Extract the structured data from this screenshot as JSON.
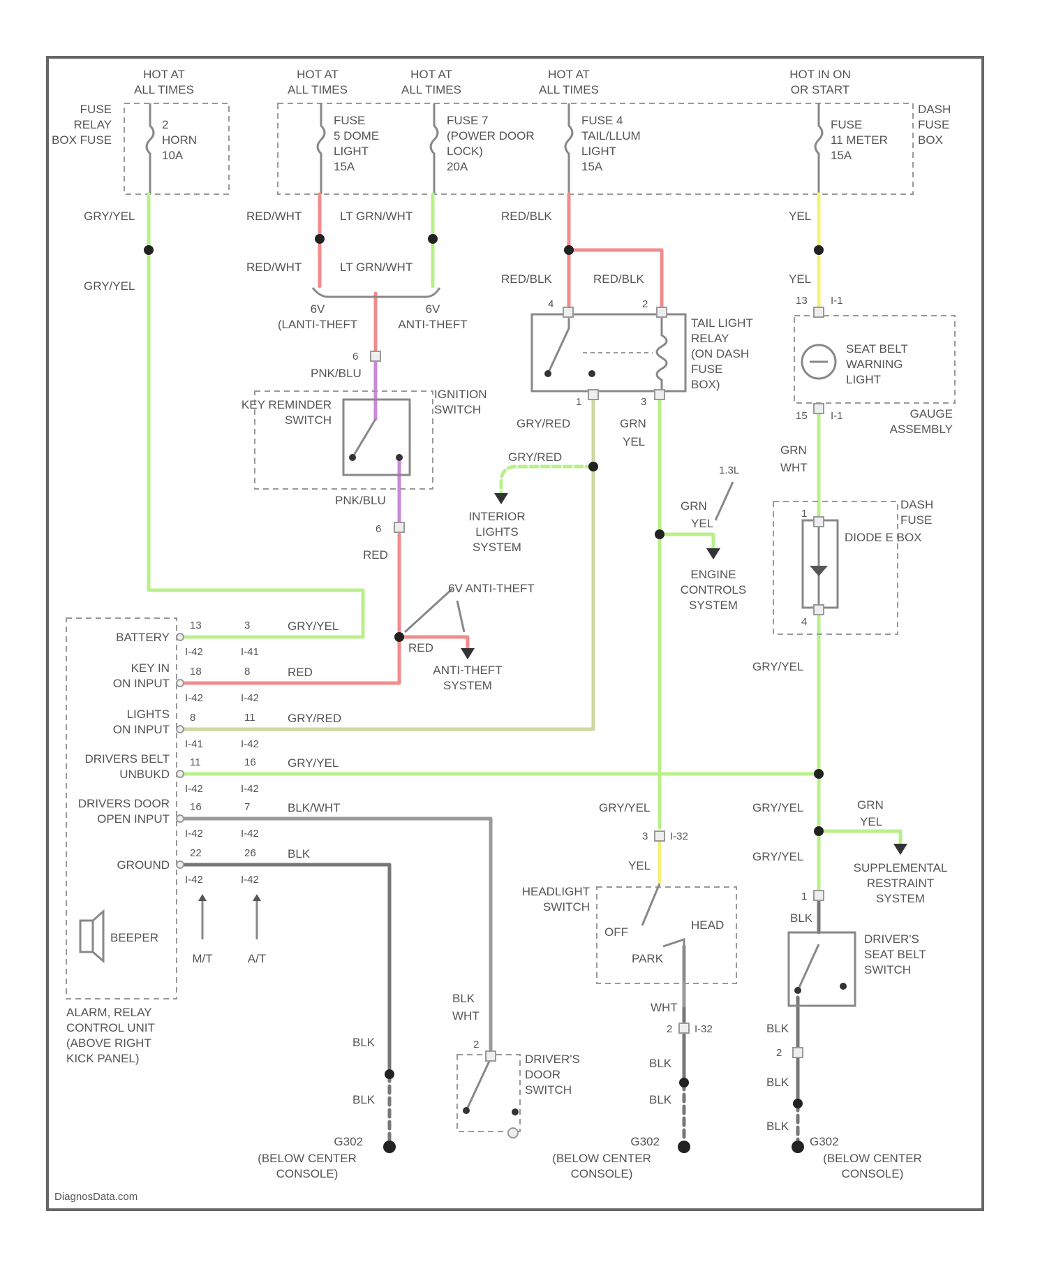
{
  "feeds": [
    {
      "line1": "HOT AT",
      "line2": "ALL TIMES"
    },
    {
      "line1": "HOT AT",
      "line2": "ALL TIMES"
    },
    {
      "line1": "HOT AT",
      "line2": "ALL TIMES"
    },
    {
      "line1": "HOT AT",
      "line2": "ALL TIMES"
    },
    {
      "line1": "HOT IN ON",
      "line2": "OR START"
    }
  ],
  "fuse_boxes": {
    "relay_box": [
      "FUSE",
      "RELAY",
      "BOX FUSE"
    ],
    "dash_box": [
      "DASH",
      "FUSE",
      "BOX"
    ]
  },
  "fuses": [
    {
      "l1": "2",
      "l2": "HORN",
      "l3": "10A"
    },
    {
      "l1": "FUSE",
      "l2": "5 DOME",
      "l3": "LIGHT",
      "l4": "15A"
    },
    {
      "l1": "FUSE 7",
      "l2": "(POWER DOOR",
      "l3": "LOCK)",
      "l4": "20A"
    },
    {
      "l1": "FUSE 4",
      "l2": "TAIL/LLUM",
      "l3": "LIGHT",
      "l4": "15A"
    },
    {
      "l1": "FUSE",
      "l2": "11 METER",
      "l3": "15A"
    }
  ],
  "wires": {
    "gry_yel": "GRY/YEL",
    "red_wht": "RED/WHT",
    "lt_grn_wht": "LT GRN/WHT",
    "red_blk": "RED/BLK",
    "yel": "YEL",
    "pnk_blu": "PNK/BLU",
    "red": "RED",
    "gry_red": "GRY/RED",
    "grn": "GRN",
    "wht": "WHT",
    "blk_wht": "BLK/WHT",
    "blk": "BLK",
    "blk2": "BLK",
    "wht2": "WHT",
    "yel_grn": "YEL",
    "grn_yel": "GRN/YEL"
  },
  "splices": {
    "left": "6V",
    "left2": "(LANTI-THEFT",
    "right": "6V",
    "right2": "ANTI-THEFT"
  },
  "components": {
    "tail_relay": [
      "TAIL LIGHT",
      "RELAY",
      "(ON DASH",
      "FUSE",
      "BOX)"
    ],
    "key_reminder": [
      "KEY REMINDER",
      "SWITCH"
    ],
    "ignition": [
      "IGNITION",
      "SWITCH"
    ],
    "seat_belt_light": [
      "SEAT BELT",
      "WARNING",
      "LIGHT"
    ],
    "gauge": [
      "GAUGE",
      "ASSEMBLY"
    ],
    "dash_fuse_box2": [
      "DASH",
      "FUSE"
    ],
    "diode": [
      "DIODE E BOX"
    ],
    "interior_lights": [
      "INTERIOR",
      "LIGHTS",
      "SYSTEM"
    ],
    "engine_controls": [
      "ENGINE",
      "CONTROLS",
      "SYSTEM"
    ],
    "anti_theft_sys": [
      "ANTI-THEFT",
      "SYSTEM"
    ],
    "anti_theft_label": "6V ANTI-THEFT",
    "srs": [
      "SUPPLEMENTAL",
      "RESTRAINT",
      "SYSTEM"
    ],
    "headlight_switch": [
      "HEADLIGHT",
      "SWITCH"
    ],
    "hl_off": "OFF",
    "hl_head": "HEAD",
    "hl_park": "PARK",
    "seat_belt_switch": [
      "DRIVER'S",
      "SEAT BELT",
      "SWITCH"
    ],
    "door_switch": [
      "DRIVER'S",
      "DOOR",
      "SWITCH"
    ],
    "beeper": "BEEPER",
    "control_unit": [
      "ALARM, RELAY",
      "CONTROL UNIT",
      "(ABOVE RIGHT",
      "KICK PANEL)"
    ],
    "mt": "M/T",
    "at": "A/T",
    "one_3l": "1.3L"
  },
  "unit_pins": [
    {
      "name": [
        "BATTERY"
      ],
      "mt": "13",
      "at": "3",
      "conn1": "I-42",
      "conn2": "I-41",
      "wire": "GRY/YEL"
    },
    {
      "name": [
        "KEY IN",
        "ON INPUT"
      ],
      "mt": "18",
      "at": "8",
      "conn1": "I-42",
      "conn2": "I-42",
      "wire": "RED"
    },
    {
      "name": [
        "LIGHTS",
        "ON INPUT"
      ],
      "mt": "8",
      "at": "11",
      "conn1": "I-41",
      "conn2": "I-42",
      "wire": "GRY/RED"
    },
    {
      "name": [
        "DRIVERS BELT",
        "UNBUKD"
      ],
      "mt": "11",
      "at": "16",
      "conn1": "I-42",
      "conn2": "I-42",
      "wire": "GRY/YEL"
    },
    {
      "name": [
        "DRIVERS DOOR",
        "OPEN INPUT"
      ],
      "mt": "16",
      "at": "7",
      "conn1": "I-42",
      "conn2": "I-42",
      "wire": "BLK/WHT"
    },
    {
      "name": [
        "GROUND"
      ],
      "mt": "22",
      "at": "26",
      "conn1": "I-42",
      "conn2": "I-42",
      "wire": "BLK"
    }
  ],
  "grounds": [
    {
      "id": "G302",
      "l2": "(BELOW CENTER",
      "l3": "CONSOLE)"
    },
    {
      "id": "G302",
      "l2": "(BELOW CENTER",
      "l3": "CONSOLE)"
    },
    {
      "id": "G302",
      "l2": "(BELOW CENTER",
      "l3": "CONSOLE)"
    }
  ],
  "connectors": {
    "i32a": "I-32",
    "i32b": "I-32",
    "pin_ign_top": "6",
    "pin_ign_bot": "6",
    "relay_pin4": "4",
    "relay_pin2": "2",
    "relay_pin1": "1",
    "relay_pin3": "3",
    "gauge_pin_top": "13",
    "gauge_pin_top_c": "I-1",
    "gauge_pin_bot": "15",
    "gauge_pin_bot_c": "I-1",
    "diode_pin1": "1",
    "diode_pin2": "4",
    "hl_pin": "3",
    "hl_pin2": "2",
    "sb_pin": "1",
    "sb_pin2": "2",
    "door_pin": "2"
  },
  "watermark": "DiagnosData.com",
  "colors": {
    "gry_yel": "#b9f08a",
    "red": "#f08c8c",
    "lt_grn": "#b9f08a",
    "gry_red": "#cfd6a0",
    "pnk_blu": "#c88ad6",
    "yel": "#f5f07a",
    "gry": "#9a9a9a",
    "blk": "#555555"
  }
}
